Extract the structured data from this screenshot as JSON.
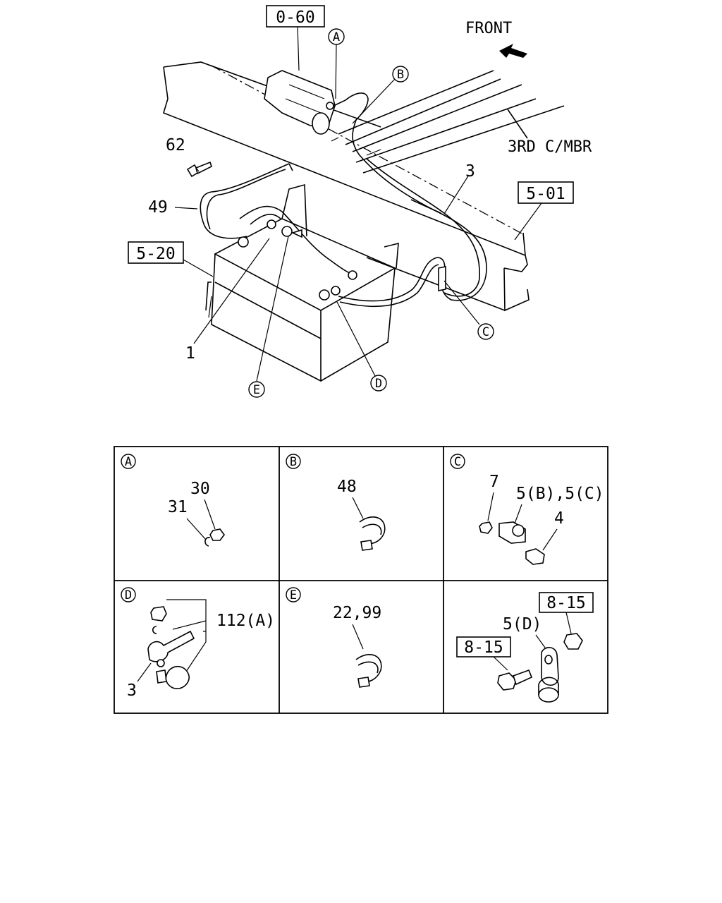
{
  "main_view": {
    "box_refs": {
      "ref_0_60": "0-60",
      "ref_5_01": "5-01",
      "ref_5_20": "5-20"
    },
    "front_label": "FRONT",
    "member_label": "3RD C/MBR",
    "callouts": {
      "a": "A",
      "b": "B",
      "c": "C",
      "d": "D",
      "e": "E"
    },
    "part_numbers": {
      "p62": "62",
      "p49": "49",
      "p3": "3",
      "p1": "1"
    }
  },
  "detail_panels": [
    {
      "id": "A",
      "labels": [
        "30",
        "31"
      ]
    },
    {
      "id": "B",
      "labels": [
        "48"
      ]
    },
    {
      "id": "C",
      "labels": [
        "7",
        "5(B),5(C)",
        "4"
      ]
    },
    {
      "id": "D",
      "labels": [
        "112(A)",
        "3"
      ]
    },
    {
      "id": "E",
      "labels": [
        "22,99"
      ]
    },
    {
      "id": "",
      "labels": [
        "8-15",
        "5(D)",
        "8-15"
      ]
    }
  ]
}
